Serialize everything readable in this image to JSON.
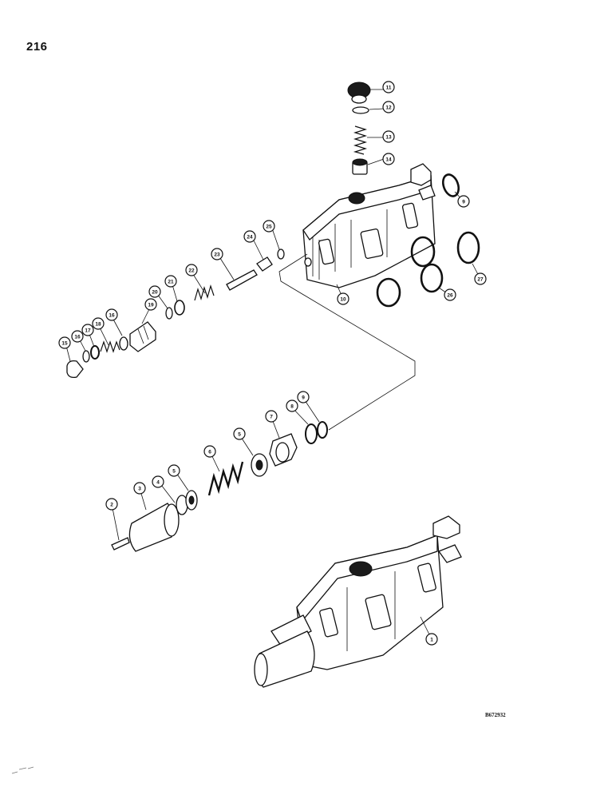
{
  "page": {
    "number": "216",
    "drawing_code": "B672932"
  },
  "callouts": [
    {
      "id": "c1",
      "label": "1"
    },
    {
      "id": "c2",
      "label": "2"
    },
    {
      "id": "c3",
      "label": "3"
    },
    {
      "id": "c4",
      "label": "4"
    },
    {
      "id": "c5a",
      "label": "5"
    },
    {
      "id": "c5b",
      "label": "5"
    },
    {
      "id": "c6",
      "label": "6"
    },
    {
      "id": "c7",
      "label": "7"
    },
    {
      "id": "c8",
      "label": "8"
    },
    {
      "id": "c9a",
      "label": "9"
    },
    {
      "id": "c9b",
      "label": "9"
    },
    {
      "id": "c10",
      "label": "10"
    },
    {
      "id": "c11",
      "label": "11"
    },
    {
      "id": "c12",
      "label": "12"
    },
    {
      "id": "c13",
      "label": "13"
    },
    {
      "id": "c14",
      "label": "14"
    },
    {
      "id": "c15",
      "label": "15"
    },
    {
      "id": "c16a",
      "label": "16"
    },
    {
      "id": "c16b",
      "label": "16"
    },
    {
      "id": "c17",
      "label": "17"
    },
    {
      "id": "c18",
      "label": "18"
    },
    {
      "id": "c19",
      "label": "19"
    },
    {
      "id": "c20",
      "label": "20"
    },
    {
      "id": "c21",
      "label": "21"
    },
    {
      "id": "c22",
      "label": "22"
    },
    {
      "id": "c23",
      "label": "23"
    },
    {
      "id": "c24",
      "label": "24"
    },
    {
      "id": "c25",
      "label": "25"
    },
    {
      "id": "c26",
      "label": "26"
    },
    {
      "id": "c27",
      "label": "27"
    }
  ]
}
